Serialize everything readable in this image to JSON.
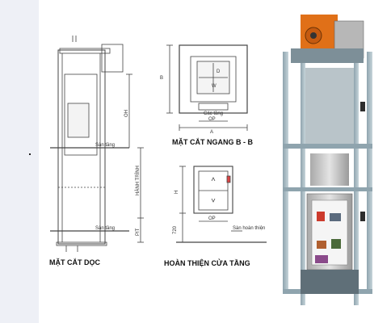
{
  "left_strip_color": "#eef0f6",
  "section_vertical": {
    "title": "MẶT CẮT DỌC",
    "dims": {
      "ho": "OH",
      "travel": "HÀNH TRÌNH",
      "pit": "PIT"
    },
    "floor_labels": [
      "Sàn tầng",
      "Sàn tầng"
    ]
  },
  "section_horizontal": {
    "title": "MẶT CẮT NGANG B - B",
    "marks": {
      "b": "B",
      "a": "A",
      "w": "W",
      "d": "D",
      "op": "OP"
    },
    "doors_label": "Các tầng"
  },
  "door_finish": {
    "title": "HOÀN THIỆN CỬA TẦNG",
    "dims": {
      "hd": "H",
      "sill": "720",
      "op": "OP"
    },
    "floor_label": "Sàn hoàn thiện"
  },
  "colors": {
    "line": "#444444",
    "frame": "#9fb3bd",
    "motor": "#e06a10",
    "cabin": "#c9c9c9"
  }
}
